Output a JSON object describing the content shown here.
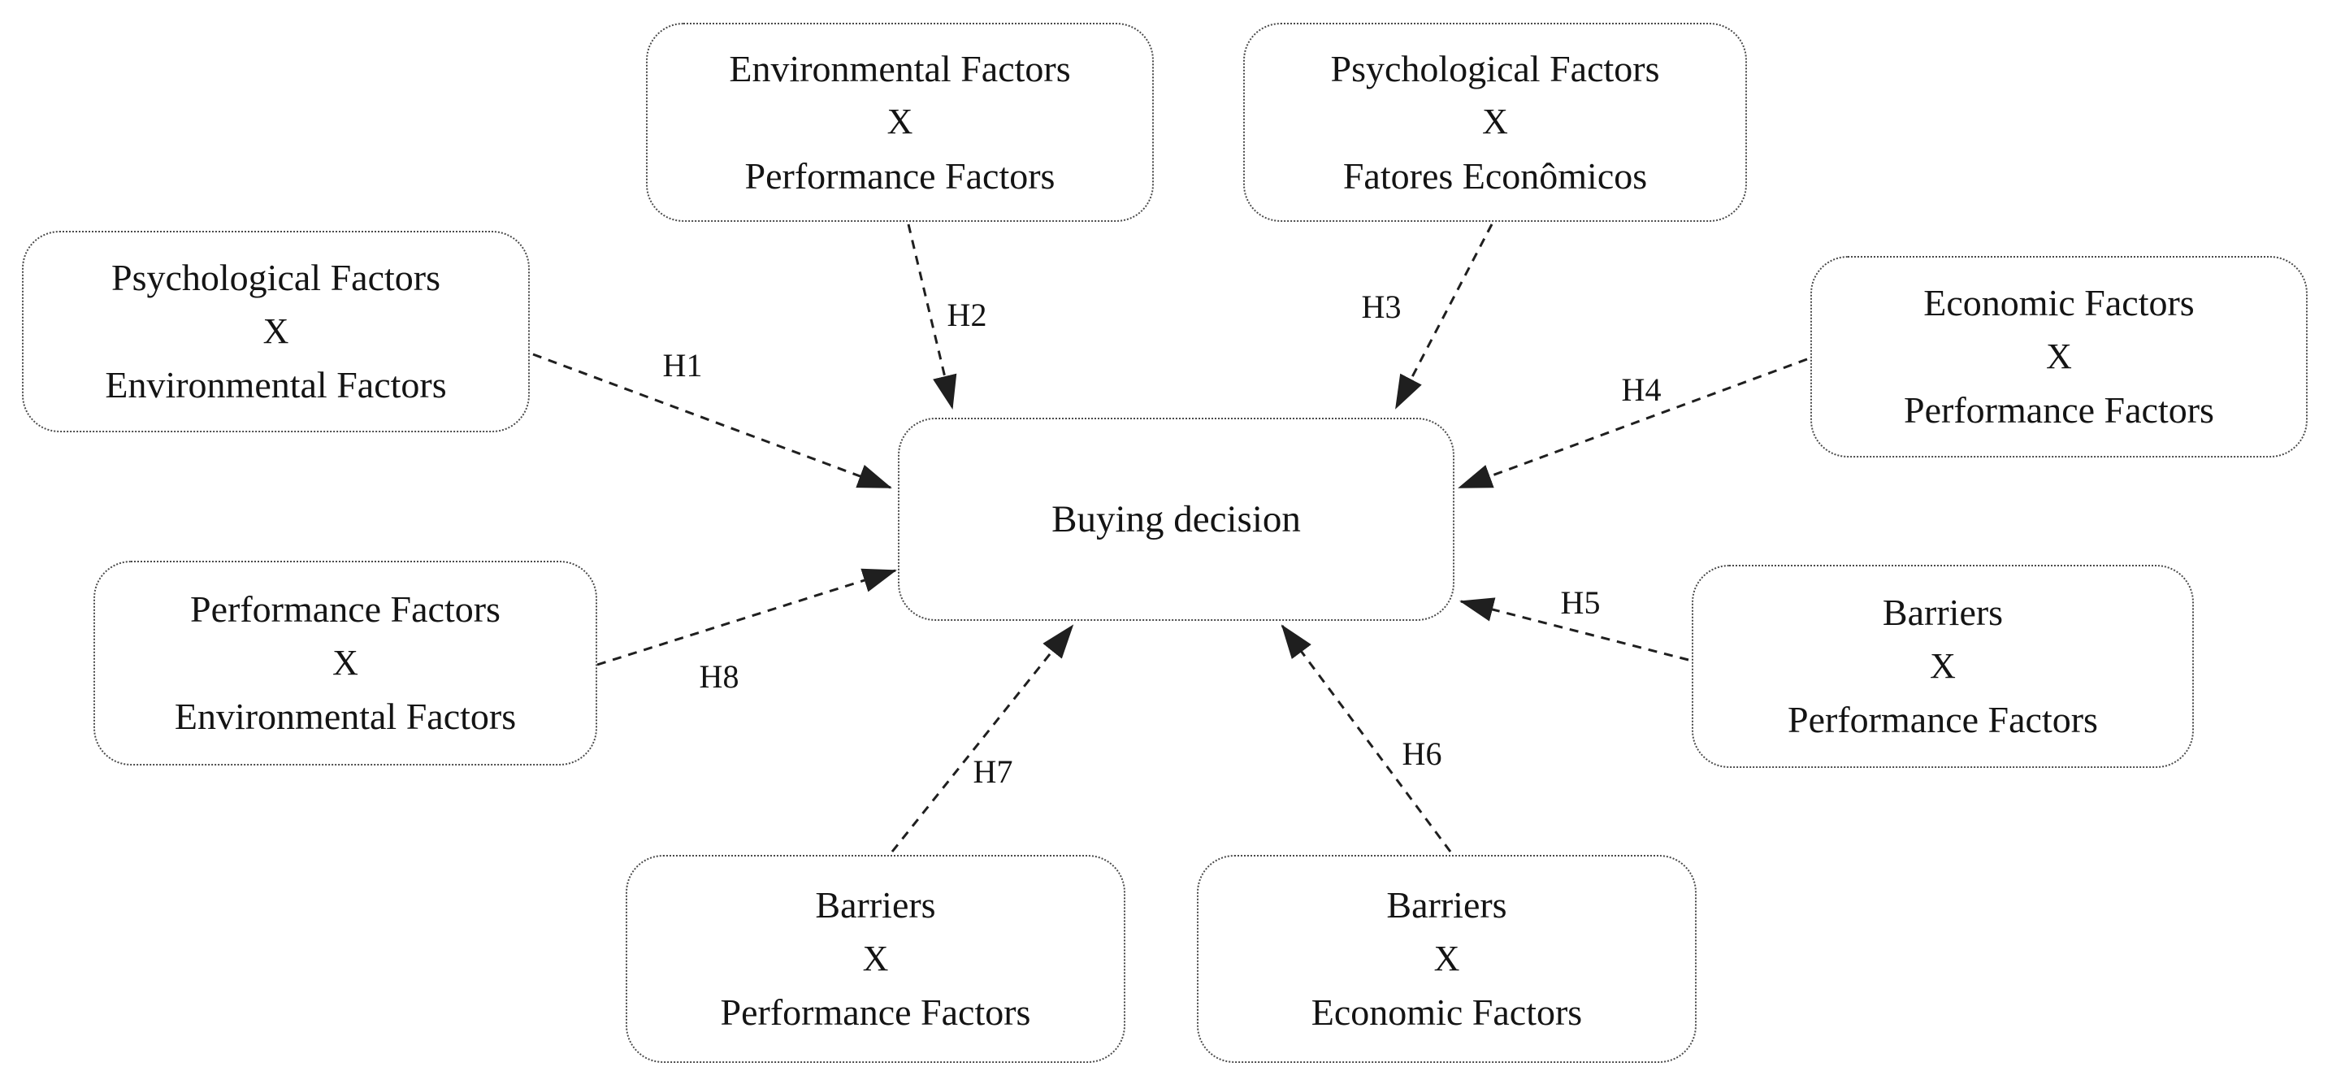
{
  "diagram": {
    "center": {
      "label": "Buying decision"
    },
    "nodes": [
      {
        "id": "H1",
        "line1": "Psychological Factors",
        "operator": "X",
        "line2": "Environmental Factors"
      },
      {
        "id": "H2",
        "line1": "Environmental Factors",
        "operator": "X",
        "line2": "Performance Factors"
      },
      {
        "id": "H3",
        "line1": "Psychological Factors",
        "operator": "X",
        "line2": "Fatores Econômicos"
      },
      {
        "id": "H4",
        "line1": "Economic Factors",
        "operator": "X",
        "line2": "Performance Factors"
      },
      {
        "id": "H5",
        "line1": "Barriers",
        "operator": "X",
        "line2": "Performance Factors"
      },
      {
        "id": "H6",
        "line1": "Barriers",
        "operator": "X",
        "line2": "Economic Factors"
      },
      {
        "id": "H7",
        "line1": "Barriers",
        "operator": "X",
        "line2": "Performance Factors"
      },
      {
        "id": "H8",
        "line1": "Performance Factors",
        "operator": "X",
        "line2": "Environmental Factors"
      }
    ],
    "hypotheses": [
      {
        "label": "H1"
      },
      {
        "label": "H2"
      },
      {
        "label": "H3"
      },
      {
        "label": "H4"
      },
      {
        "label": "H5"
      },
      {
        "label": "H6"
      },
      {
        "label": "H7"
      },
      {
        "label": "H8"
      }
    ],
    "colors": {
      "background": "#ffffff",
      "text": "#141414",
      "box_border": "#4a4a4a",
      "arrow": "#1f1f1f"
    }
  }
}
